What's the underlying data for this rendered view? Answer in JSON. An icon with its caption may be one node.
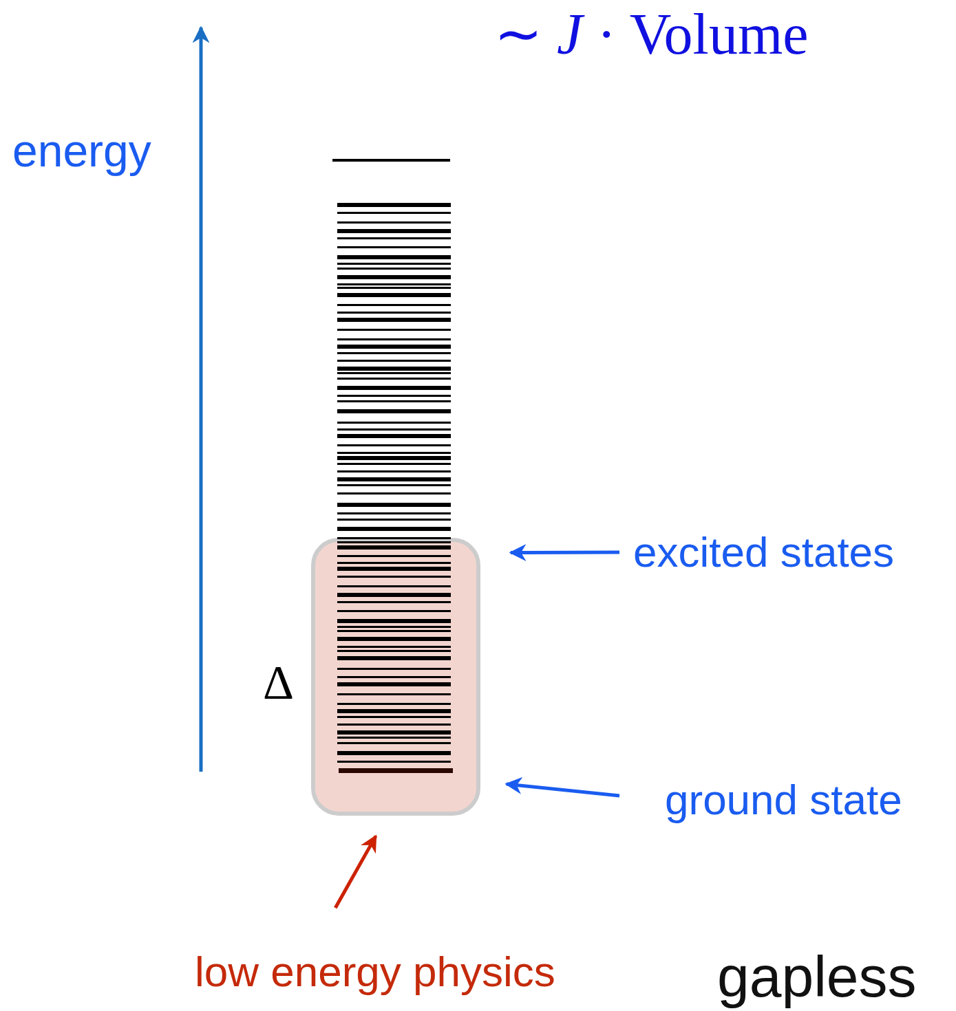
{
  "diagram": {
    "nodes": [
      {
        "text": [],
        "shape": "box",
        "beside": [
          "Δ"
        ]
      },
      {
        "text": [
          "excited states"
        ]
      },
      {
        "text": [
          "ground state"
        ]
      },
      {
        "text": [
          "low energy physics"
        ]
      }
    ],
    "edges": [
      {
        "from": 1,
        "to": 0,
        "arrow": "to"
      },
      {
        "from": 2,
        "to": 0,
        "arrow": "to"
      },
      {
        "from": 3,
        "to": 0,
        "arrow": "to",
        "color": "#cc2200"
      }
    ],
    "labels": [
      "∼ *J* · Volume",
      "energy",
      "gapless"
    ]
  }
}
